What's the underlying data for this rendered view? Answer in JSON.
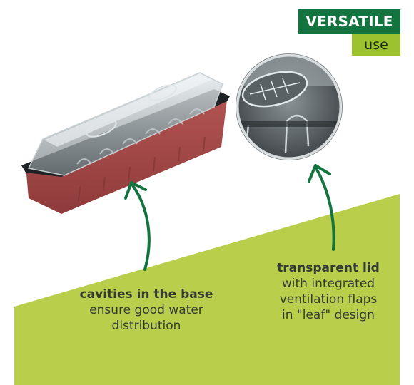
{
  "badge": {
    "title": "VERSATILE",
    "subtitle": "use",
    "title_bg": "#13743f",
    "subtitle_bg": "#9cc22f"
  },
  "callouts": [
    {
      "heading": "cavities in the base",
      "lines": [
        "ensure good water",
        "distribution"
      ]
    },
    {
      "heading": "transparent lid",
      "lines": [
        "with integrated",
        "ventilation flaps",
        "in \"leaf\" design"
      ]
    }
  ],
  "colors": {
    "accent_green": "#13743f",
    "lime_panel": "#b9cf4c",
    "tray_red": "#a04847",
    "text": "#333a33"
  }
}
